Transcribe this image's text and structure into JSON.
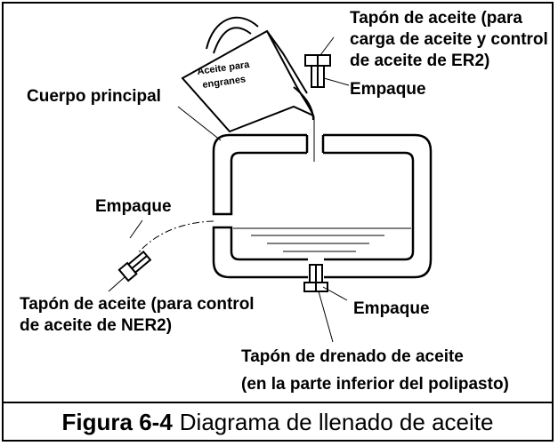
{
  "labels": {
    "plug_top_line1": "Tapón de aceite (para",
    "plug_top_line2": "carga de aceite y control",
    "plug_top_line3": "de aceite de ER2)",
    "gasket_top": "Empaque",
    "main_body": "Cuerpo principal",
    "can_line1": "Aceite para",
    "can_line2": "engranes",
    "gasket_left": "Empaque",
    "plug_left_line1": "Tapón de aceite (para control",
    "plug_left_line2": "de aceite de NER2)",
    "gasket_bottom": "Empaque",
    "drain_line1": "Tapón de drenado de aceite",
    "drain_line2": "(en la parte inferior del polipasto)"
  },
  "caption": {
    "figure": "Figura 6-4",
    "text": "Diagrama de llenado de aceite"
  }
}
